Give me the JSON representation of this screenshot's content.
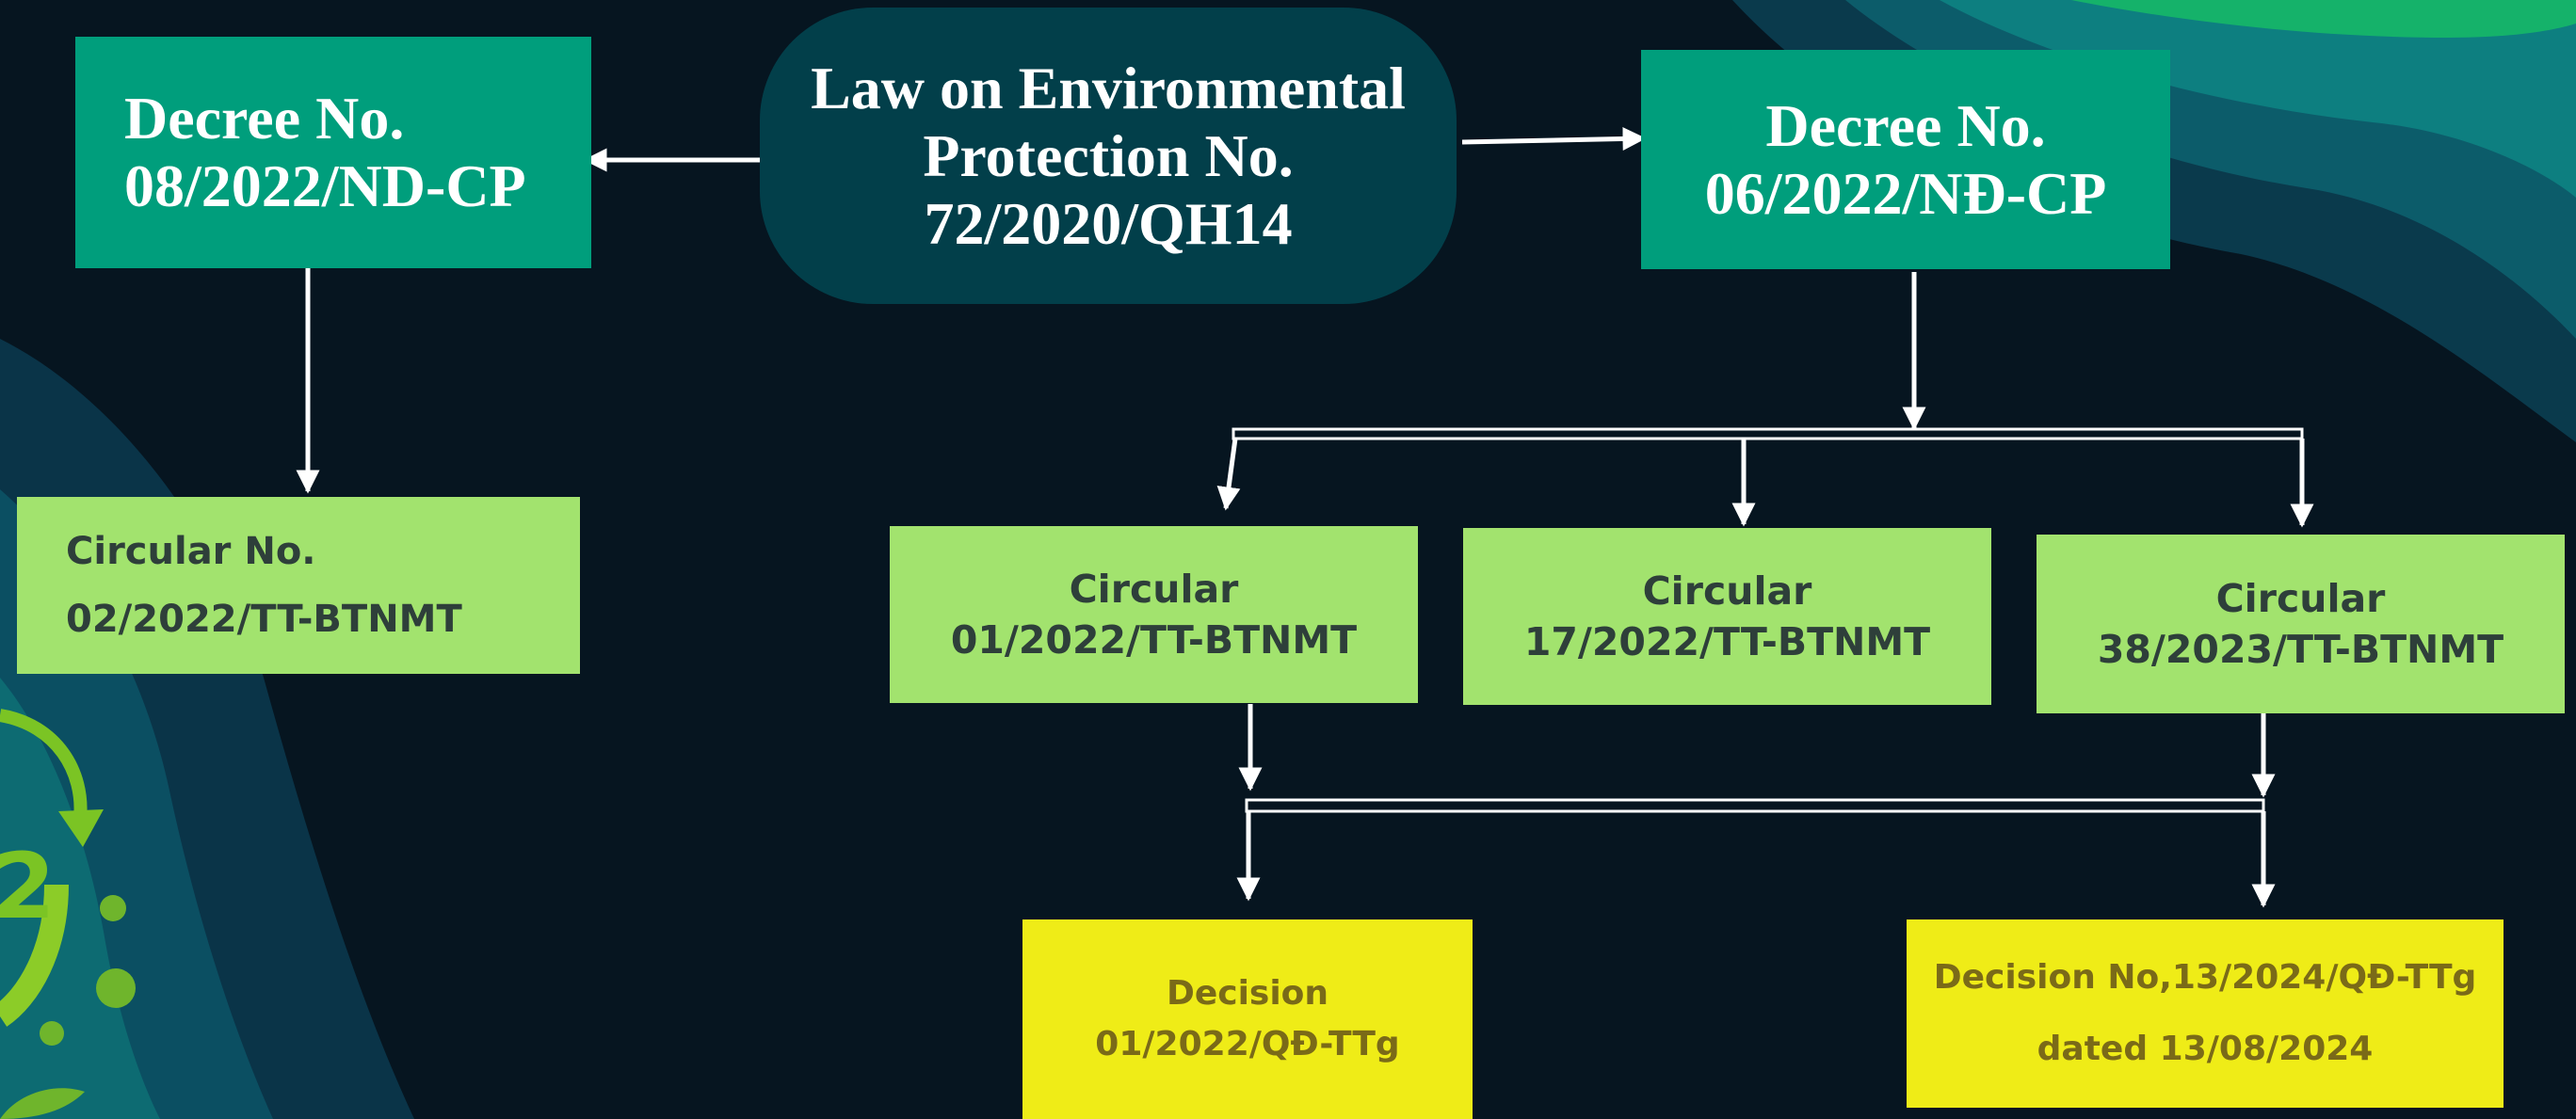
{
  "law": {
    "lines": [
      "Law on Environmental",
      "Protection No.",
      "72/2020/QH14"
    ]
  },
  "decree_left": {
    "lines": [
      "Decree No.",
      "08/2022/ND-CP"
    ]
  },
  "decree_right": {
    "lines": [
      "Decree No.",
      "06/2022/NĐ-CP"
    ]
  },
  "circular_left": {
    "lines": [
      "Circular No.",
      "02/2022/TT-BTNMT"
    ]
  },
  "circular_01": {
    "lines": [
      "Circular",
      "01/2022/TT-BTNMT"
    ]
  },
  "circular_17": {
    "lines": [
      "Circular",
      "17/2022/TT-BTNMT"
    ]
  },
  "circular_38": {
    "lines": [
      "Circular",
      "38/2023/TT-BTNMT"
    ]
  },
  "decision_01": {
    "lines": [
      "Decision",
      "01/2022/QĐ-TTg"
    ]
  },
  "decision_13": {
    "lines": [
      "Decision No,13/2024/QĐ-TTg",
      "dated 13/08/2024"
    ]
  },
  "decor": {
    "badge_text": "2"
  },
  "colors": {
    "background": "#061520",
    "teal_box": "#009e7c",
    "law_box": "#023f4a",
    "circular_box": "#a2e36e",
    "decision_box": "#efec17",
    "arrow": "#ffffff"
  }
}
